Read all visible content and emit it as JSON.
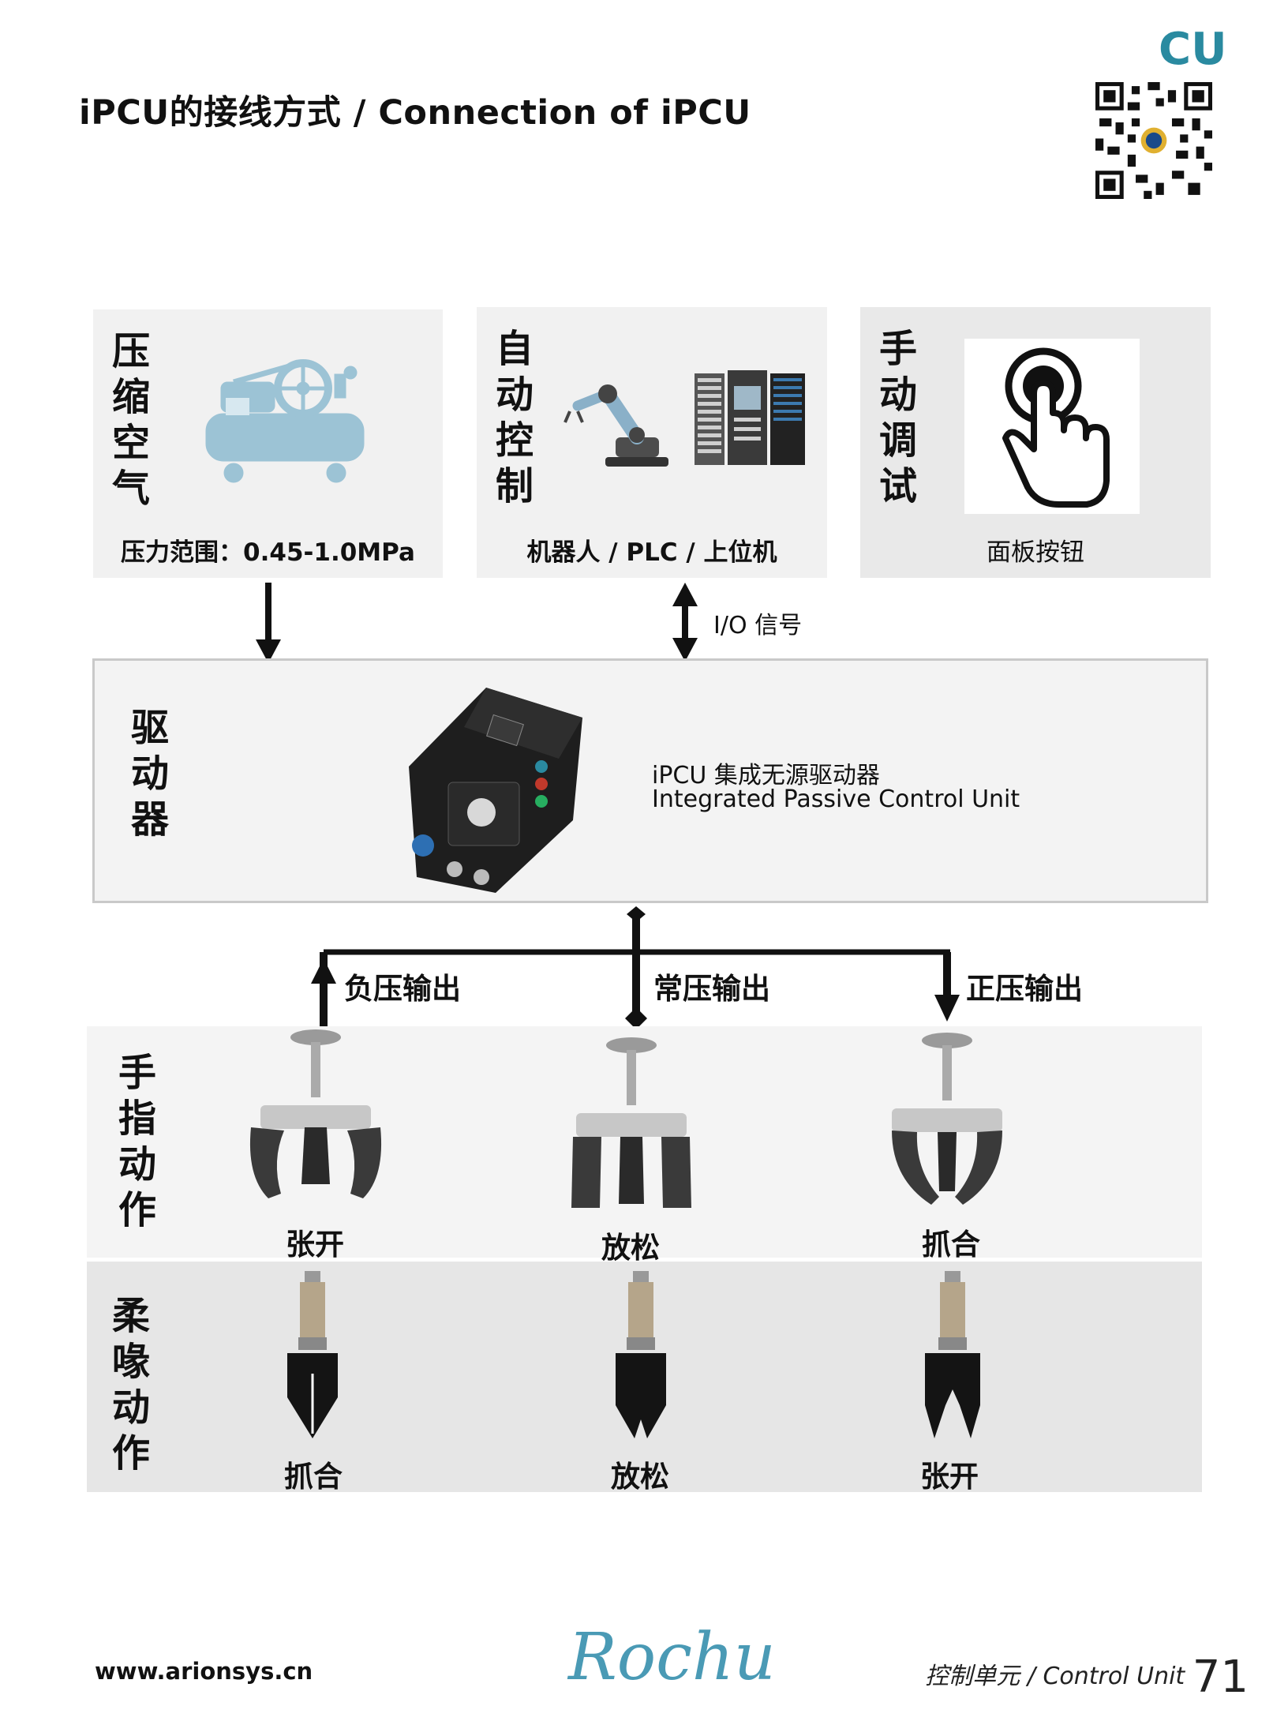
{
  "page": {
    "title": "iPCU的接线方式 / Connection of iPCU",
    "section_tag": "CU",
    "footer_url": "www.arionsys.cn",
    "footer_section": "控制单元 / Control Unit",
    "page_number": "71",
    "brand_logo_text": "Rochu"
  },
  "inputs": {
    "air": {
      "vertical_label": [
        "压",
        "缩",
        "空",
        "气"
      ],
      "caption": "压力范围：0.45-1.0MPa",
      "icon": "air-compressor-icon"
    },
    "auto": {
      "vertical_label": [
        "自",
        "动",
        "控",
        "制"
      ],
      "caption": "机器人 / PLC / 上位机",
      "icons": [
        "robot-arm-icon",
        "server-rack-icon"
      ]
    },
    "manual": {
      "vertical_label": [
        "手",
        "动",
        "调",
        "试"
      ],
      "caption": "面板按钮",
      "icon": "finger-press-icon"
    }
  },
  "io_signal_label": "I/O 信号",
  "driver": {
    "vertical_label": [
      "驱",
      "动",
      "器"
    ],
    "name_cn": "iPCU 集成无源驱动器",
    "name_en": "Integrated Passive Control Unit"
  },
  "outputs": {
    "negative": "负压输出",
    "normal": "常压输出",
    "positive": "正压输出"
  },
  "finger_row": {
    "vertical_label": [
      "手",
      "指",
      "动",
      "作"
    ],
    "states": [
      "张开",
      "放松",
      "抓合"
    ]
  },
  "jaw_row": {
    "vertical_label": [
      "柔",
      "喙",
      "动",
      "作"
    ],
    "states": [
      "抓合",
      "放松",
      "张开"
    ]
  },
  "colors": {
    "accent": "#2a8aa0",
    "compressor": "#9cc3d5",
    "panel_bg": "#f1f1f1",
    "row_bg_light": "#f4f4f4",
    "row_bg_dark": "#e6e6e6"
  }
}
